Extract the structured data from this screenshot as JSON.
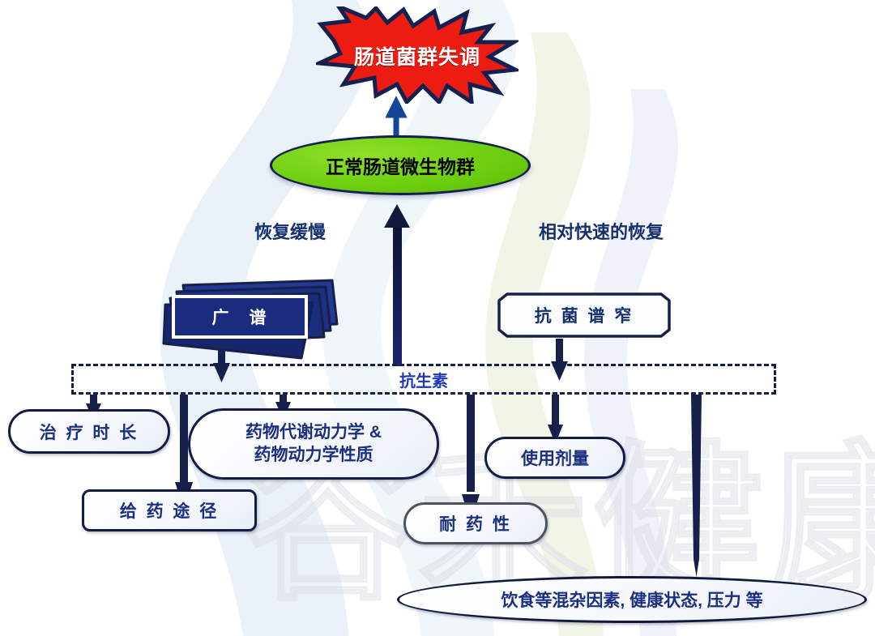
{
  "diagram": {
    "title_burst": "肠道菌群失调",
    "normal_microbiota": "正常肠道微生物群",
    "captions": {
      "slow": "恢复缓慢",
      "fast": "相对快速的恢复"
    },
    "broad_spectrum": "广　谱",
    "narrow_spectrum": "抗 菌 谱 窄",
    "antibiotics": "抗生素",
    "factors": {
      "treatment_duration": "治 疗 时 长",
      "pharmacokinetics_line1": "药物代谢动力学 &",
      "pharmacokinetics_line2": "药物动力学性质",
      "administration_route": "给 药 途 径",
      "dosage": "使用剂量",
      "drug_resistance": "耐 药 性",
      "confounders": "饮食等混杂因素, 健康状态, 压力 等"
    },
    "watermark": "谷禾健康",
    "colors": {
      "burst_fill": "#ec1c12",
      "burst_outline": "#14204f",
      "burst_text": "#ffffff",
      "ellipse_fill": "#6fcf10",
      "ellipse_outline": "#14204f",
      "ellipse_text": "#000000",
      "navy": "#16204a",
      "blue_text": "#1b2f80",
      "broad_box_fill": "#1d2f80",
      "arrow": "#101a3c",
      "background": "#ffffff",
      "watermark": "#dfe2e8",
      "swoosh_blue": "#e4edf7",
      "swoosh_green": "#eef3e4"
    }
  }
}
